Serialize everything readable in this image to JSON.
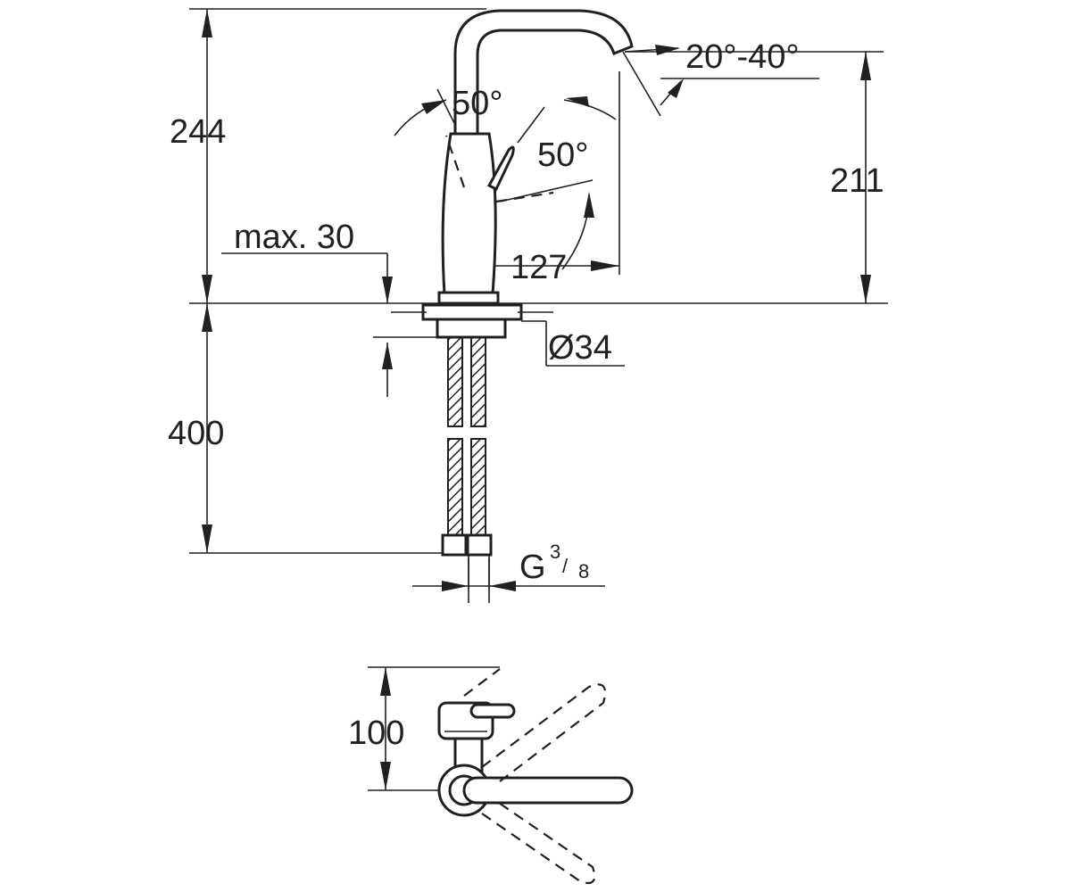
{
  "dimensions": {
    "total_height": "244",
    "spout_height": "211",
    "spout_reach": "127",
    "deck_thickness": "max. 30",
    "hole_diameter": "Ø34",
    "hose_length": "400",
    "connection_thread": "G",
    "thread_numerator": "3",
    "thread_denominator": "8",
    "plan_depth": "100"
  },
  "angles": {
    "spout_tilt": "20°-40°",
    "lever_swing_left": "50°",
    "lever_swing_right": "50°"
  }
}
